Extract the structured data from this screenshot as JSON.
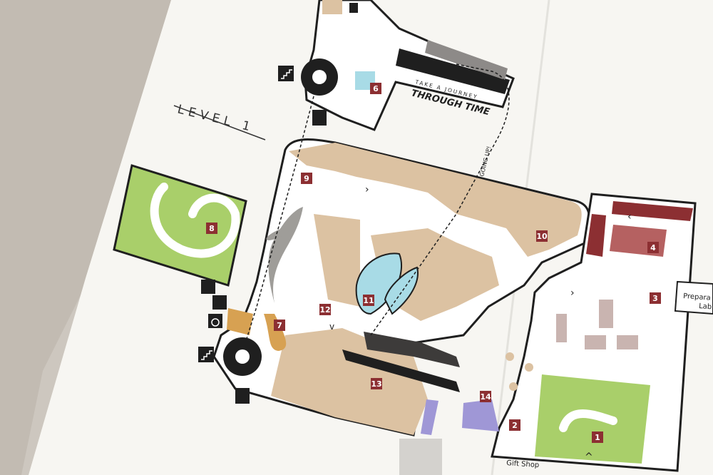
{
  "map": {
    "level_label": "LEVEL 1",
    "journey_line1": "TAKE A JOURNEY",
    "journey_line2": "THROUGH TIME",
    "going_up": "GOING UP!",
    "gift_shop": "Gift Shop",
    "prep_lab_line1": "Prepara",
    "prep_lab_line2": "Lab",
    "exhibits": [
      "1",
      "2",
      "3",
      "4",
      "6",
      "7",
      "8",
      "9",
      "10",
      "11",
      "12",
      "13",
      "14"
    ]
  },
  "colors": {
    "paper": "#f7f6f2",
    "tan": "#dcc2a2",
    "green": "#a9cf6a",
    "blue": "#a8dbe6",
    "maroon": "#8c2f32",
    "dark": "#1f1f1f",
    "mauve": "#c9b4b0",
    "purple": "#9f97d6",
    "orange": "#d7a152"
  }
}
